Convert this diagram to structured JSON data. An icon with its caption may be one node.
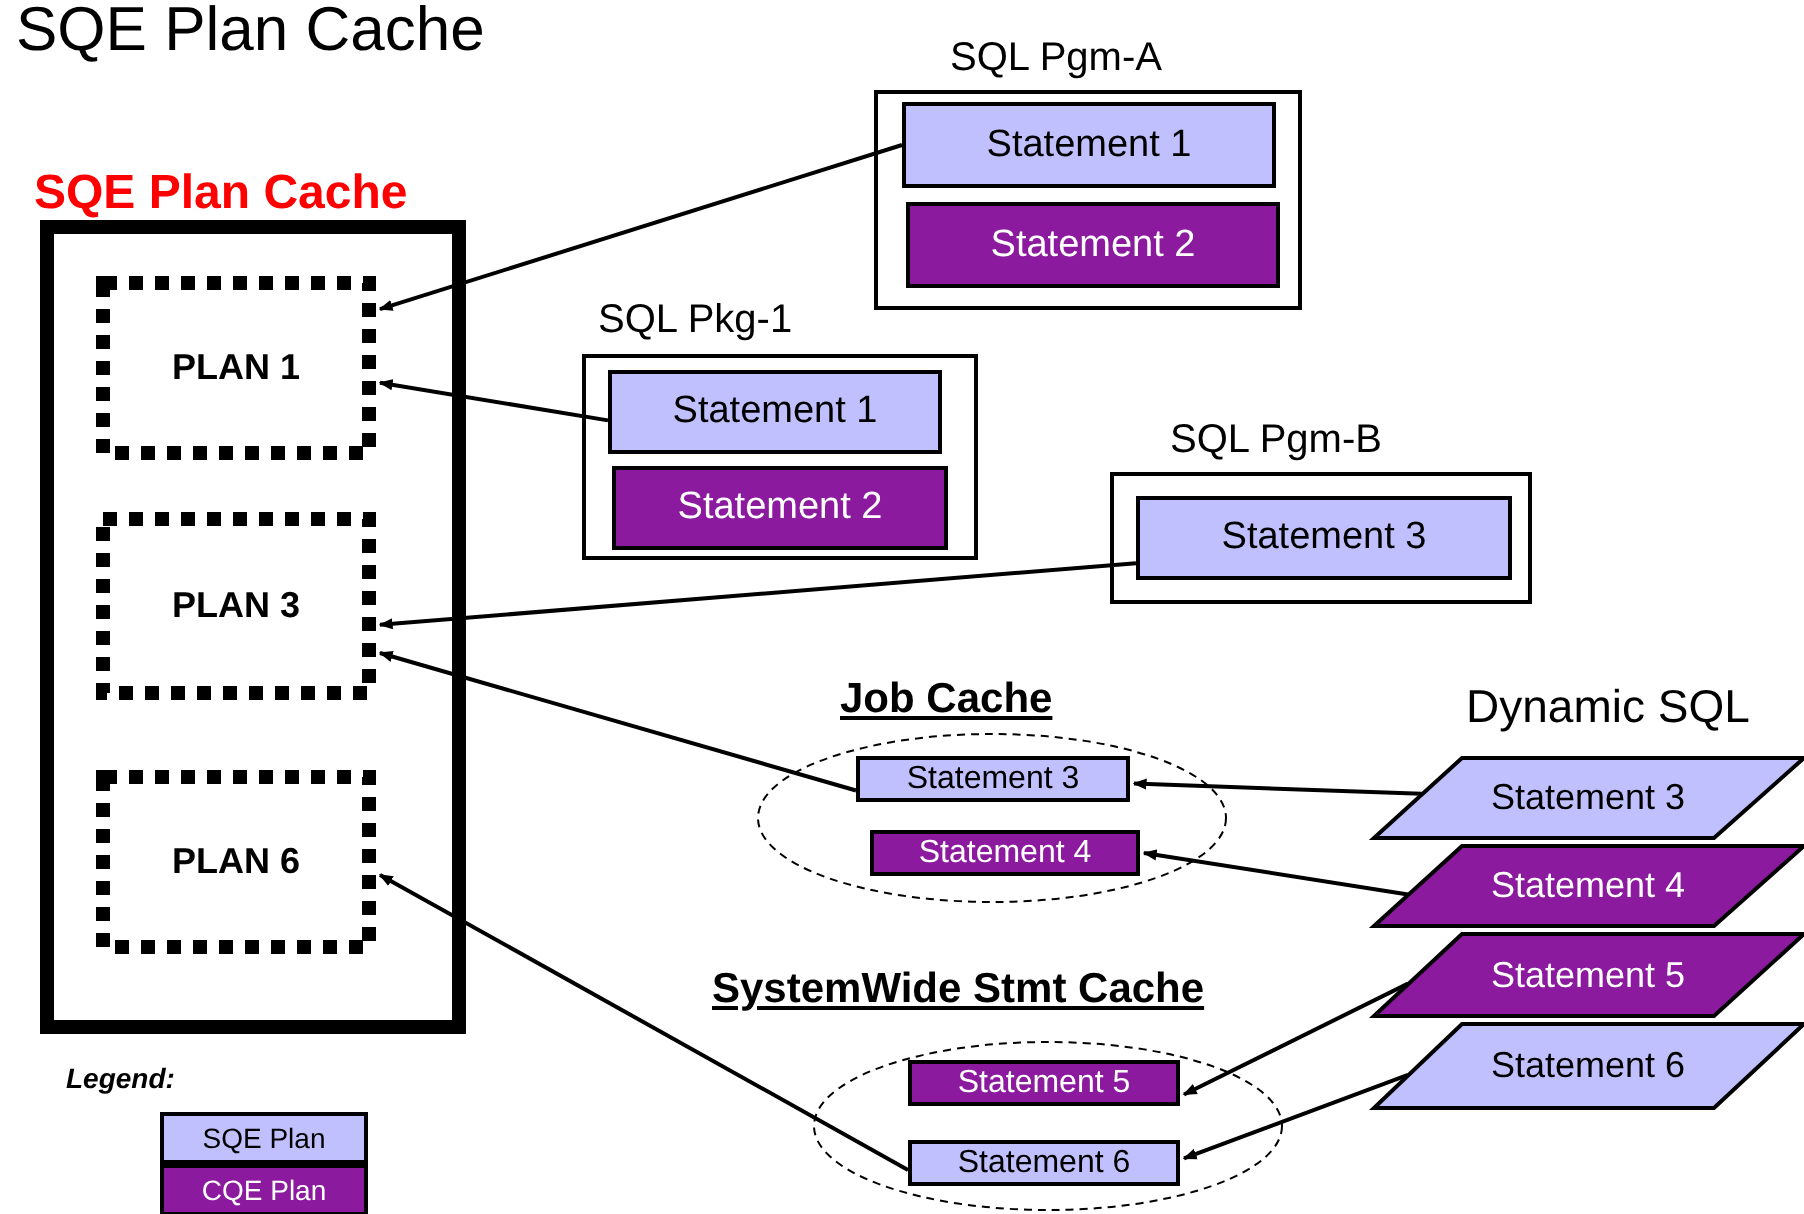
{
  "diagram": {
    "title": "SQE Plan Cache",
    "nodes": [
      {
        "text": [
          "SQE Plan Cache"
        ]
      },
      {
        "text": [
          "PLAN 1"
        ],
        "in": 0
      },
      {
        "text": [
          "PLAN 3"
        ],
        "in": 0
      },
      {
        "text": [
          "PLAN 6"
        ],
        "in": 0
      },
      {
        "text": [
          "SQL Pgm-A"
        ]
      },
      {
        "text": [
          "Statement 1"
        ],
        "in": 4
      },
      {
        "text": [
          "Statement 2"
        ],
        "in": 4
      },
      {
        "text": [
          "SQL Pkg-1"
        ]
      },
      {
        "text": [
          "Statement 1"
        ],
        "in": 7
      },
      {
        "text": [
          "Statement 2"
        ],
        "in": 7
      },
      {
        "text": [
          "SQL Pgm-B"
        ]
      },
      {
        "text": [
          "Statement 3"
        ],
        "in": 10
      },
      {
        "text": [
          "Job Cache"
        ]
      },
      {
        "text": [
          "Statement 3"
        ],
        "in": 12
      },
      {
        "text": [
          "Statement 4"
        ],
        "in": 12
      },
      {
        "text": [
          "SystemWide Stmt Cache"
        ]
      },
      {
        "text": [
          "Statement 5"
        ],
        "in": 15
      },
      {
        "text": [
          "Statement 6"
        ],
        "in": 15
      },
      {
        "text": [
          "Statement 3"
        ]
      },
      {
        "text": [
          "Statement 4"
        ]
      },
      {
        "text": [
          "Statement 5"
        ]
      },
      {
        "text": [
          "Statement 6"
        ]
      }
    ],
    "edges": [
      {
        "from": 5,
        "to": 1,
        "arrow": "to"
      },
      {
        "from": 8,
        "to": 1,
        "arrow": "to"
      },
      {
        "from": 11,
        "to": 2,
        "arrow": "to"
      },
      {
        "from": 13,
        "to": 2,
        "arrow": "to"
      },
      {
        "from": 17,
        "to": 3,
        "arrow": "to"
      },
      {
        "from": 18,
        "to": 13,
        "arrow": "to"
      },
      {
        "from": 19,
        "to": 14,
        "arrow": "to"
      },
      {
        "from": 20,
        "to": 16,
        "arrow": "to"
      },
      {
        "from": 21,
        "to": 17,
        "arrow": "to"
      }
    ],
    "labels": [
      "Dynamic SQL",
      "Legend:"
    ],
    "legend": [
      {
        "text": "SQE Plan",
        "color": "#c0c0ff"
      },
      {
        "text": "CQE Plan",
        "color": "#8b1a9e"
      }
    ]
  }
}
